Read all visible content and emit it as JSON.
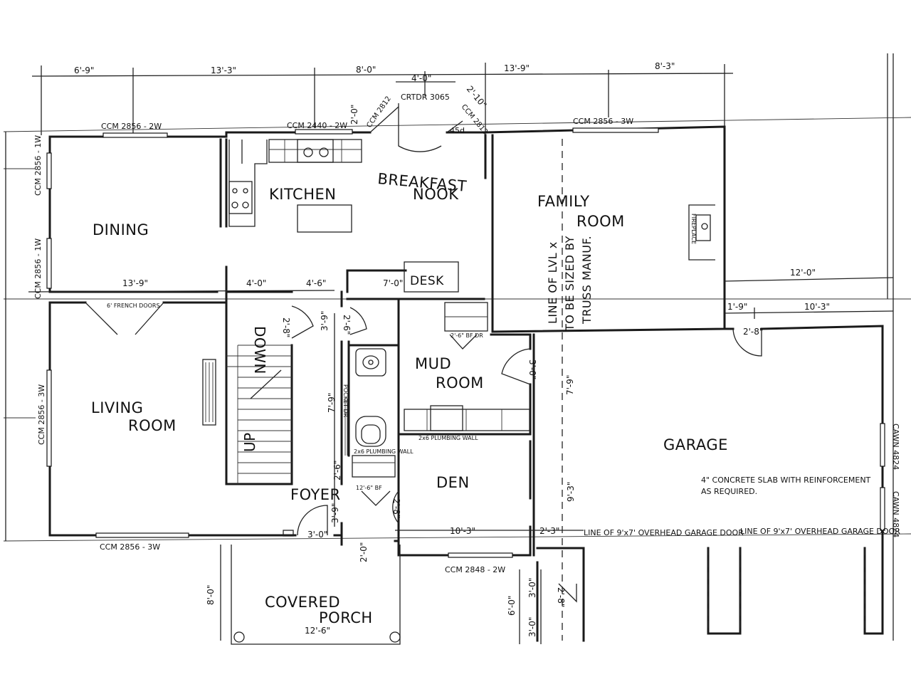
{
  "rooms": {
    "dining": "DINING",
    "kitchen": "KITCHEN",
    "breakfast_1": "BREAKFAST",
    "breakfast_2": "NOOK",
    "family_1": "FAMILY",
    "family_2": "ROOM",
    "living_1": "LIVING",
    "living_2": "ROOM",
    "mud_1": "MUD",
    "mud_2": "ROOM",
    "den": "DEN",
    "foyer": "FOYER",
    "garage": "GARAGE",
    "covered_1": "COVERED",
    "covered_2": "PORCH",
    "desk": "DESK",
    "stair_down": "DOWN",
    "stair_up": "UP"
  },
  "top_dims": [
    "6'-9\"",
    "13'-3\"",
    "8'-0\"",
    "4'-0\"",
    "13'-9\"",
    "8'-3\""
  ],
  "windows": {
    "dining_top": "CCM 2856 - 2W",
    "kitchen_top": "CCM 2440 - 2W",
    "nook_left": "CCM 2812",
    "door_top": "CRTDR 3065",
    "nook_right": "CCM 2812",
    "family_top": "CCM 2856 - 3W",
    "dining_side_1": "CCM 2856 - 1W",
    "dining_side_2": "CCM 2856 - 1W",
    "living_side": "CCM 2856 - 3W",
    "living_bottom": "CCM 2856 - 3W",
    "den_bottom": "CCM 2848 - 2W",
    "garage_side_1": "CAWN 4824",
    "garage_side_2": "CAWN 4824"
  },
  "dims": {
    "d2_0_top": "2'-0\"",
    "d2_10": "2'-10\"",
    "d45": "45d",
    "d13_9_living": "13'-9\"",
    "d4_0_stair": "4'-0\"",
    "d4_6": "4'-6\"",
    "d7_0": "7'-0\"",
    "french": "6' FRENCH DOORS",
    "d2_8_stair": "2'-8\"",
    "d3_9_hall": "3'-9\"",
    "d2_6_hall": "2'-6\"",
    "d2_6_bf": "2'-6\" BF DR",
    "d7_9_bath": "7'-9\"",
    "plumb_wall_1": "2x6 PLUMBING WALL",
    "plumb_wall_2": "2x6 PLUMBING WALL",
    "pocket": "POCKET DR",
    "d2_6_bath": "2'-6\"",
    "d12_6_bf": "12'-6\" BF",
    "d2_8_den": "2'-8\"",
    "d3_9_foyer": "3'-9\"",
    "d3_0_foyer": "3'-0\"",
    "d2_0_porch": "2'-0\"",
    "d10_3_den": "10'-3\"",
    "d2_3": "2'-3\"",
    "d3_0_mud": "3'-0\"",
    "d7_9_garage": "7'-9\"",
    "d9_3": "9'-3\"",
    "d12_0": "12'-0\"",
    "d1_9": "1'-9\"",
    "d10_3_garage": "10'-3\"",
    "d2_8_garage": "2'-8\"",
    "d8_0_porch": "8'-0\"",
    "d12_6_porch": "12'-6\"",
    "d6_0": "6'-0\"",
    "d3_0_a": "3'-0\"",
    "d3_0_b": "3'-0\"",
    "d2_8_garage_door": "2'-8\""
  },
  "notes": {
    "lvl_1": "LINE OF LVL x",
    "lvl_2": "TO BE SIZED BY",
    "lvl_3": "TRUSS MANUF.",
    "slab_1": "4\" CONCRETE SLAB WITH REINFORCEMENT",
    "slab_2": "AS REQUIRED.",
    "garage_door_1": "LINE OF 9'x7' OVERHEAD GARAGE DOOR",
    "garage_door_2": "LINE OF 9'x7' OVERHEAD GARAGE DOOR",
    "fireplace": "FIREPLACE"
  }
}
